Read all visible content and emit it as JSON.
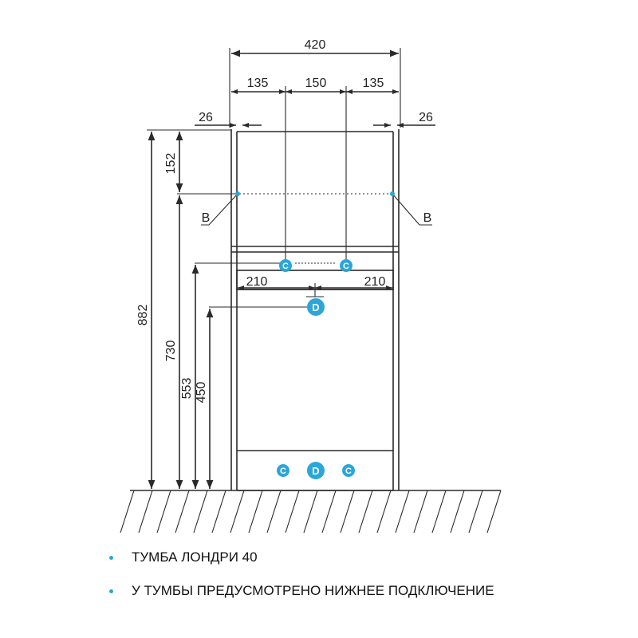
{
  "dimensions": {
    "overall_width": "420",
    "segment_left": "135",
    "segment_middle": "150",
    "segment_right": "135",
    "side_left": "26",
    "side_right": "26",
    "height_top": "152",
    "height_total": "882",
    "height_c": "730",
    "height_d": "553",
    "height_bottom": "450",
    "half_left": "210",
    "half_right": "210"
  },
  "markers": {
    "b_left": "B",
    "b_right": "B",
    "c": "C",
    "d": "D"
  },
  "notes": [
    "ТУМБА ЛОНДРИ 40",
    "У ТУМБЫ ПРЕДУСМОТРЕНО НИЖНЕЕ ПОДКЛЮЧЕНИЕ"
  ],
  "colors": {
    "accent": "#2aa6d8",
    "line": "#2a2a2a"
  }
}
